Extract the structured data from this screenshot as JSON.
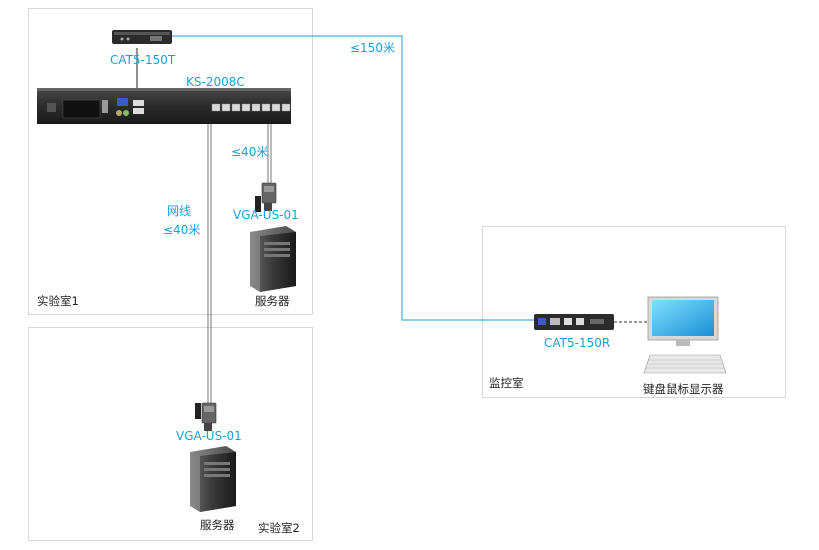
{
  "colors": {
    "link": "#1a9fd6",
    "room_border": "#d8d8d8",
    "device_dark": "#2b2b2b"
  },
  "rooms": [
    {
      "id": "lab1",
      "label": "实验室1"
    },
    {
      "id": "lab2",
      "label": "实验室2"
    },
    {
      "id": "monitor",
      "label": "监控室"
    }
  ],
  "devices": {
    "transmitter": "CAT5-150T",
    "kvm_switch": "KS-2008C",
    "server_adapter_1": "VGA-US-01",
    "server_adapter_2": "VGA-US-01",
    "receiver": "CAT5-150R"
  },
  "labels": {
    "server_1": "服务器",
    "server_2": "服务器",
    "console": "键盘鼠标显示器",
    "cable": "网线"
  },
  "links": {
    "long_distance": "≤150米",
    "adapter_distance": "≤40米",
    "cable_distance": "≤40米"
  }
}
